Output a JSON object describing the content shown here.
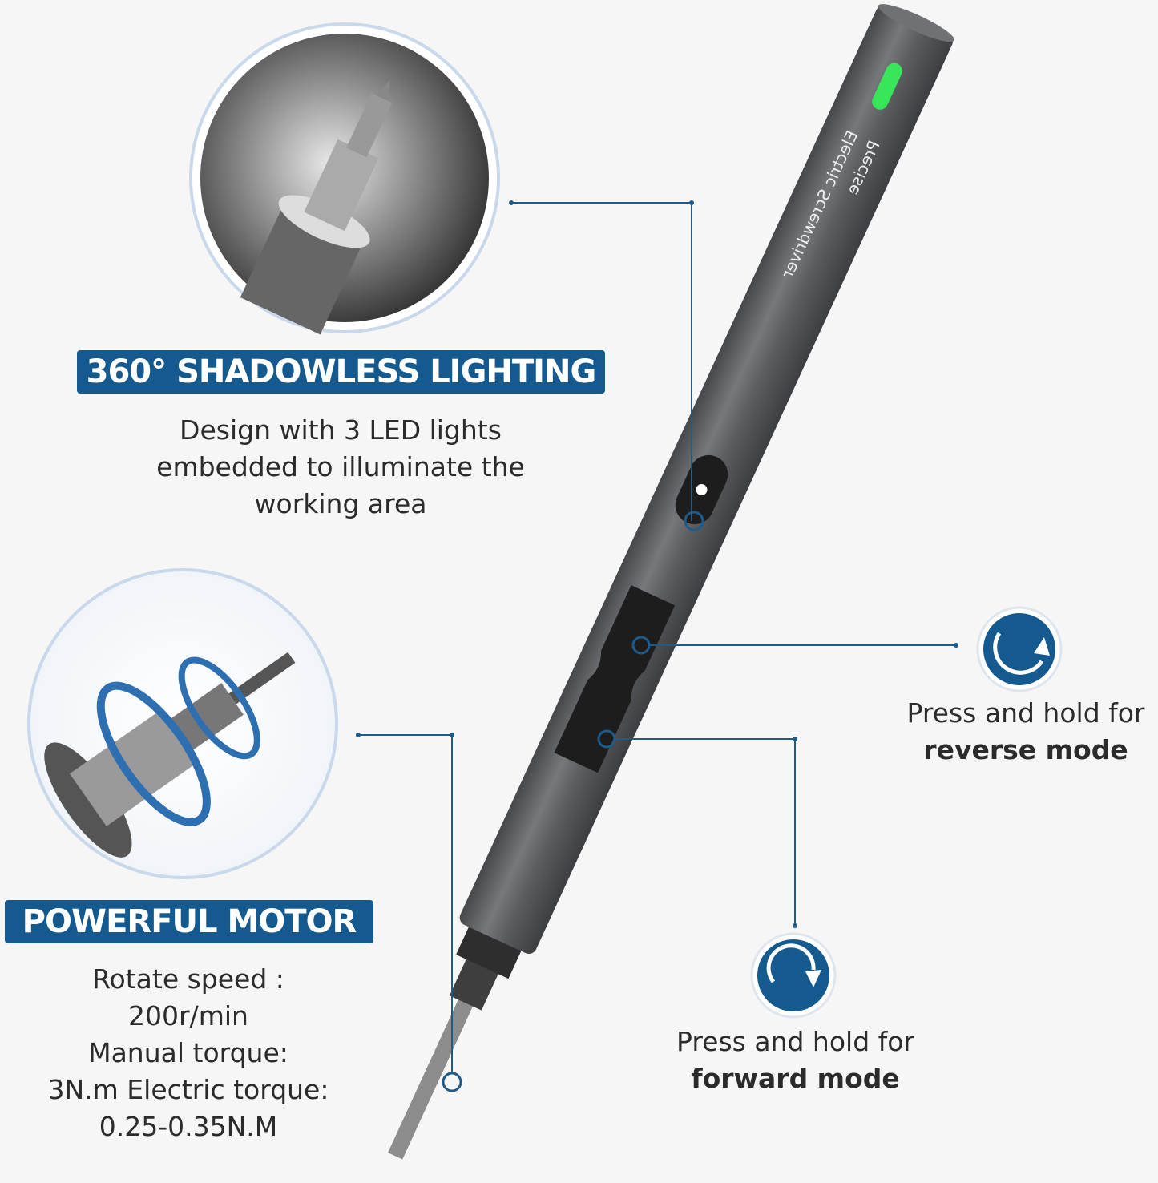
{
  "product_marking": {
    "brand": "Precise",
    "name": "Electric Screwdriver"
  },
  "features": {
    "lighting": {
      "title": "360° SHADOWLESS LIGHTING",
      "lines": [
        "Design with 3 LED lights",
        "embedded to illuminate the",
        "working area"
      ]
    },
    "motor": {
      "title": "POWERFUL MOTOR",
      "lines": [
        "Rotate speed :",
        "200r/min",
        "Manual torque:",
        "3N.m Electric torque:",
        "0.25-0.35N.M"
      ]
    },
    "reverse": {
      "line1": "Press and hold for",
      "line2": "reverse mode",
      "icon": "rotate-counterclockwise-icon"
    },
    "forward": {
      "line1": "Press and hold for",
      "line2": "forward mode",
      "icon": "rotate-clockwise-icon"
    }
  },
  "colors": {
    "accent": "#155a8e",
    "led": "#39e65a",
    "body": "#5d5f63",
    "text": "#2b2b2b"
  }
}
